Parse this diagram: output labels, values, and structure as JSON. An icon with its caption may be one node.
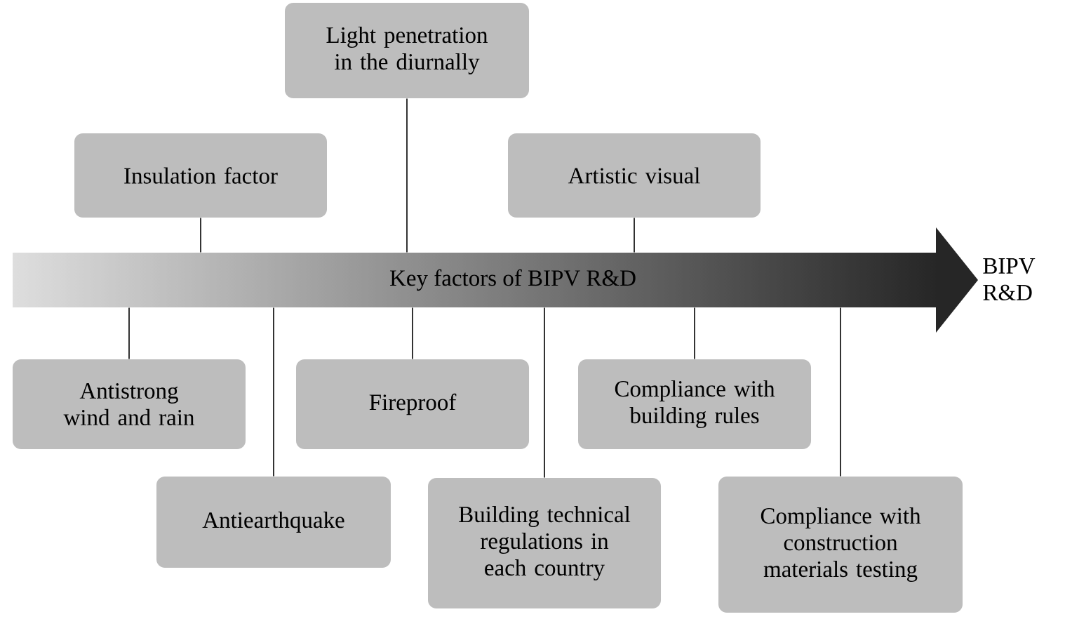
{
  "diagram": {
    "nodes": [
      {
        "text": [
          "Light penetration in the diurnally"
        ]
      },
      {
        "text": [
          "Insulation factor"
        ]
      },
      {
        "text": [
          "Artistic visual"
        ]
      },
      {
        "text": [
          "Key factors of BIPV R&D"
        ]
      },
      {
        "text": [
          "Antistrong wind and rain"
        ]
      },
      {
        "text": [
          "Fireproof"
        ]
      },
      {
        "text": [
          "Compliance with building rules"
        ]
      },
      {
        "text": [
          "Antiearthquake"
        ]
      },
      {
        "text": [
          "Building technical regulations in each country"
        ]
      },
      {
        "text": [
          "Compliance with construction materials testing"
        ]
      }
    ],
    "edges": [
      {
        "from": 0,
        "to": 3,
        "arrow": "none"
      },
      {
        "from": 1,
        "to": 3,
        "arrow": "none"
      },
      {
        "from": 2,
        "to": 3,
        "arrow": "none"
      },
      {
        "from": 4,
        "to": 3,
        "arrow": "none"
      },
      {
        "from": 5,
        "to": 3,
        "arrow": "none"
      },
      {
        "from": 6,
        "to": 3,
        "arrow": "none"
      },
      {
        "from": 7,
        "to": 3,
        "arrow": "none"
      },
      {
        "from": 8,
        "to": 3,
        "arrow": "none"
      },
      {
        "from": 9,
        "to": 3,
        "arrow": "none"
      }
    ],
    "labels": [
      "BIPV R&D"
    ]
  }
}
